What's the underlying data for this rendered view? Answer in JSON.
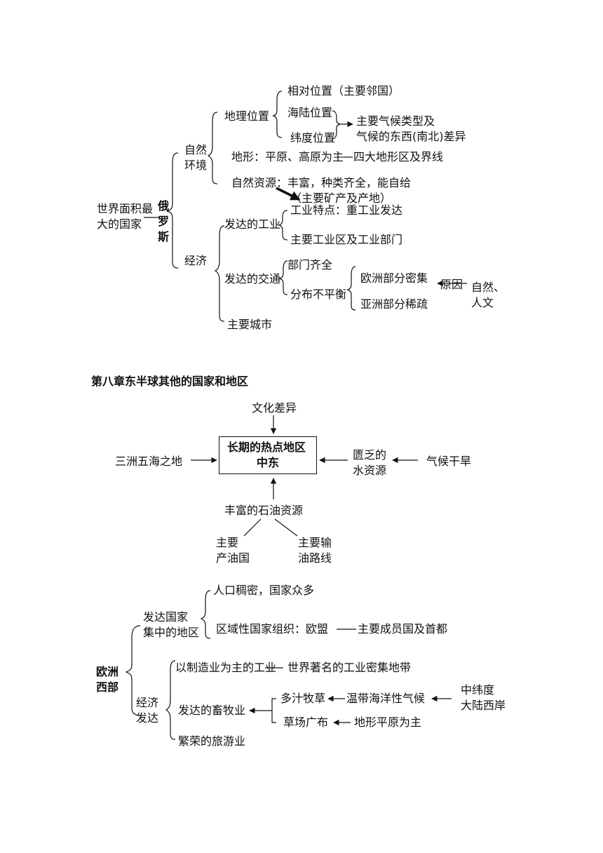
{
  "russia": {
    "root_left_line1": "世界面积最",
    "root_left_line2": "大的国家",
    "country_char1": "俄",
    "country_char2": "罗",
    "country_char3": "斯",
    "natural_line1": "自然",
    "natural_line2": "环境",
    "geo_position": "地理位置",
    "relative_position": "相对位置（主要邻国）",
    "sea_land_position": "海陆位置",
    "latitude_position": "纬度位置",
    "climate_line1": "主要气候类型及",
    "climate_line2": "气候的东西(南北)差异",
    "terrain": "地形：平原、高原为主",
    "terrain_regions": "四大地形区及界线",
    "resources": "自然资源：丰富，种类齐全，能自给",
    "minerals": "（主要矿产及产地）",
    "economy": "经济",
    "industry": "发达的工业",
    "industry_feature": "工业特点：重工业发达",
    "industry_zones": "主要工业区及工业部门",
    "transport": "发达的交通",
    "sectors_complete": "部门齐全",
    "uneven": "分布不平衡",
    "europe_dense": "欧洲部分密集",
    "asia_sparse": "亚洲部分稀疏",
    "reason": "原因",
    "cause_line1": "自然、",
    "cause_line2": "人文",
    "cities": "主要城市"
  },
  "chapter_title": "第八章东半球其他的国家和地区",
  "middle_east": {
    "culture_diff": "文化差异",
    "hot_line1": "长期的热点地区",
    "hot_line2": "中东",
    "three_continents": "三洲五海之地",
    "water_line1": "匮乏的",
    "water_line2": "水资源",
    "dry_climate": "气候干旱",
    "oil": "丰富的石油资源",
    "producer_line1": "主要",
    "producer_line2": "产油国",
    "route_line1": "主要输",
    "route_line2": "油路线"
  },
  "west_europe": {
    "root_line1": "欧洲",
    "root_line2": "西部",
    "dev_line1": "发达国家",
    "dev_line2": "集中的地区",
    "population": "人口稠密，国家众多",
    "regional_org": "区域性国家组织：欧盟",
    "members": "主要成员国及首都",
    "econ_line1": "经济",
    "econ_line2": "发达",
    "manufacturing": "以制造业为主的工业",
    "industrial_belt": "世界著名的工业密集地带",
    "livestock": "发达的畜牧业",
    "juicy_grass": "多汁牧草",
    "maritime_climate": "温带海洋性气候",
    "lat_line1": "中纬度",
    "lat_line2": "大陆西岸",
    "pasture": "草场广布",
    "plain_terrain": "地形平原为主",
    "tourism": "繁荣的旅游业"
  }
}
